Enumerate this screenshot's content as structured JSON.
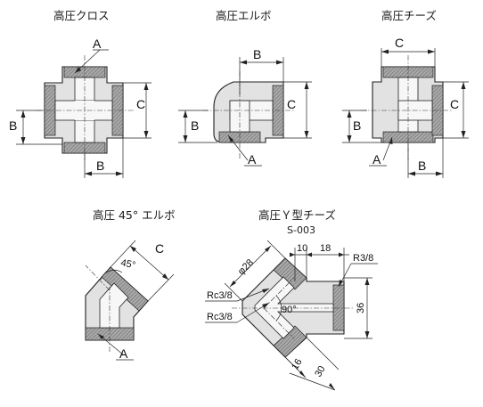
{
  "figures": {
    "cross": {
      "title": "高圧クロス",
      "label_a": "A",
      "label_b_side": "B",
      "label_b_bottom": "B",
      "label_c": "C"
    },
    "elbow": {
      "title": "高圧エルボ",
      "label_b": "B",
      "label_c": "C",
      "label_b_side": "B",
      "label_a": "A"
    },
    "tee": {
      "title": "高圧チーズ",
      "label_c_top": "C",
      "label_c_side": "C",
      "label_b_side": "B",
      "label_a": "A",
      "label_b_bottom": "B"
    },
    "elbow45": {
      "title": "高圧 45° エルボ",
      "label_c": "C",
      "angle": "45°",
      "label_a": "A"
    },
    "ytee": {
      "title": "高圧Ｙ型チーズ",
      "model": "S-003",
      "phi": "φ28",
      "d10": "10",
      "d18": "18",
      "r38": "R3/8",
      "rc1": "Rc3/8",
      "rc2": "Rc3/8",
      "angle": "90°",
      "d36": "36",
      "d16": "16",
      "d30": "30"
    }
  }
}
